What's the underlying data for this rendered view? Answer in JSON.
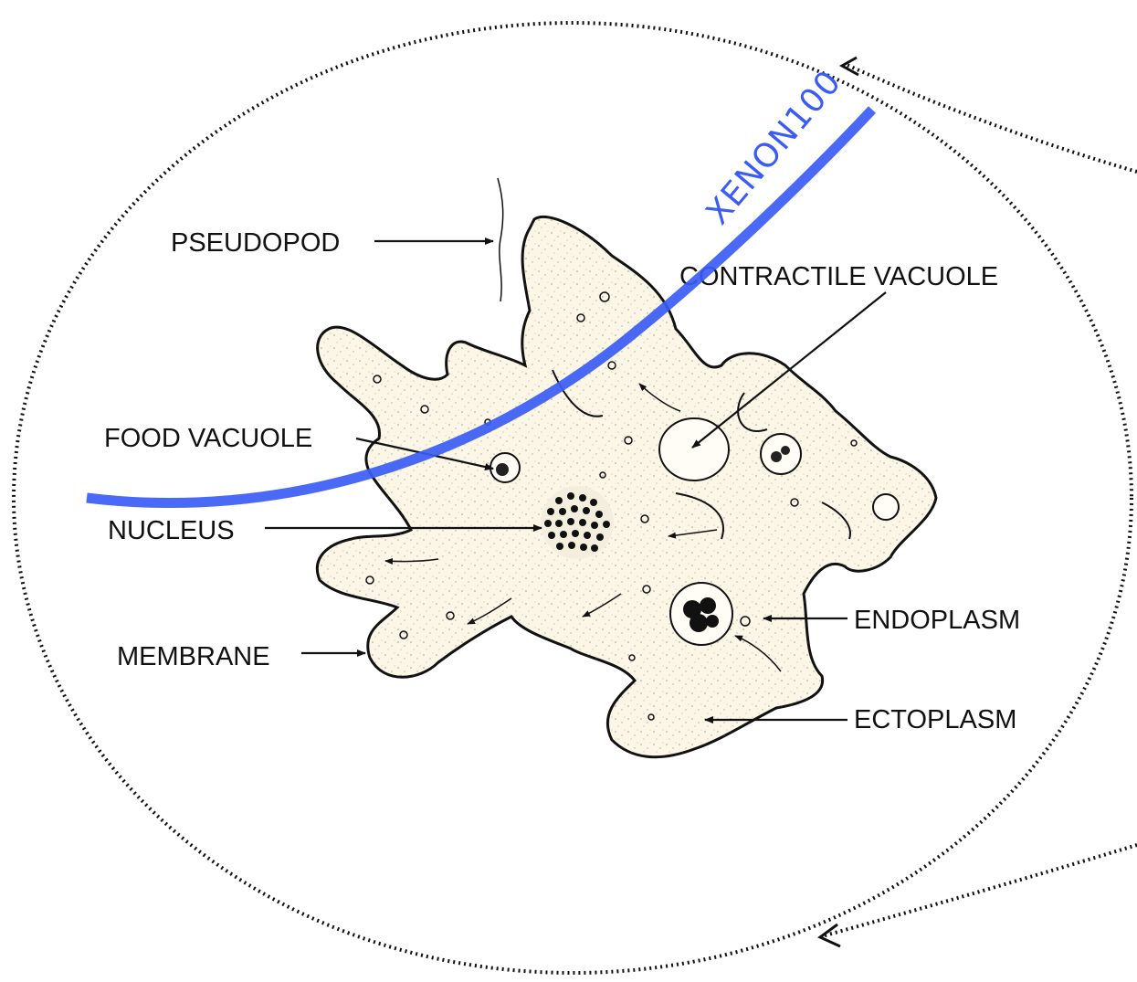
{
  "labels": {
    "pseudopod": "PSEUDOPOD",
    "contractile_vacuole": "CONTRACTILE VACUOLE",
    "food_vacuole": "FOOD VACUOLE",
    "nucleus": "NUCLEUS",
    "membrane": "MEMBRANE",
    "endoplasm": "ENDOPLASM",
    "ectoplasm": "ECTOPLASM"
  },
  "overlay": {
    "text": "XENON100",
    "color": "#3a5cf5"
  },
  "colors": {
    "ink": "#111111",
    "cell_fill": "#fbf6e6",
    "outline_dotted": "#111111"
  }
}
